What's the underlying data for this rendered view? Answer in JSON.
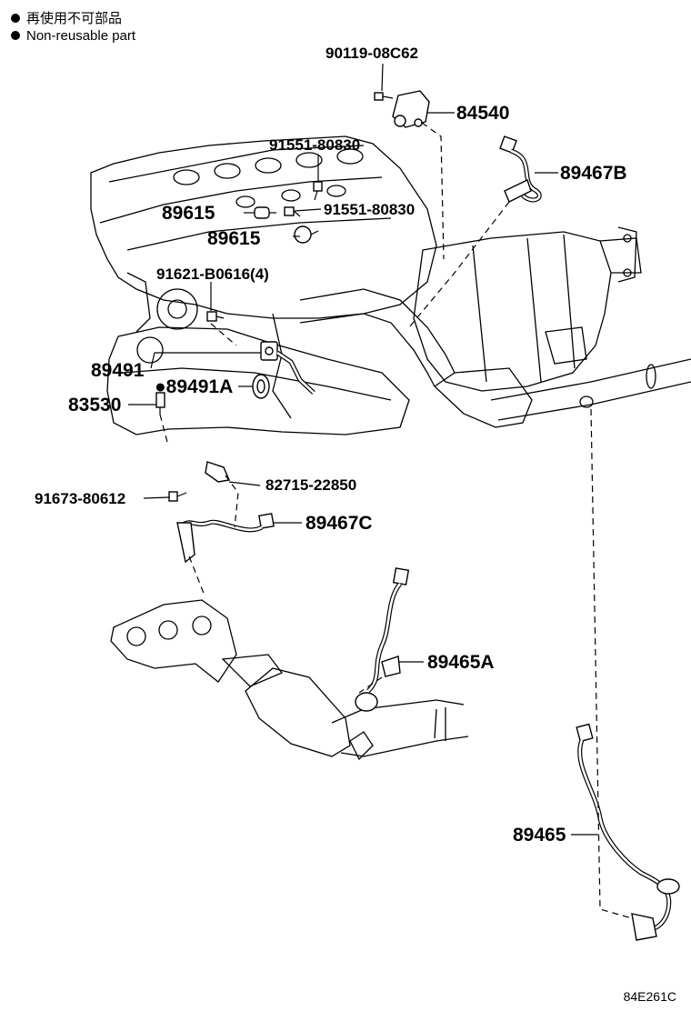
{
  "legend": [
    {
      "symbol": "●",
      "text": "再使用不可部品"
    },
    {
      "symbol": "●",
      "text": "Non-reusable part"
    }
  ],
  "labels": {
    "l90119": "90119-08C62",
    "l84540": "84540",
    "l91551a": "91551-80830",
    "l89467b": "89467B",
    "l89615a": "89615",
    "l91551b": "91551-80830",
    "l89615b": "89615",
    "l91621": "91621-B0616(4)",
    "l89491": "89491",
    "l89491a": "●89491A",
    "l83530": "83530",
    "l82715": "82715-22850",
    "l91673": "91673-80612",
    "l89467c": "89467C",
    "l89465a": "89465A",
    "l89465": "89465"
  },
  "diagram_code": "84E261C"
}
